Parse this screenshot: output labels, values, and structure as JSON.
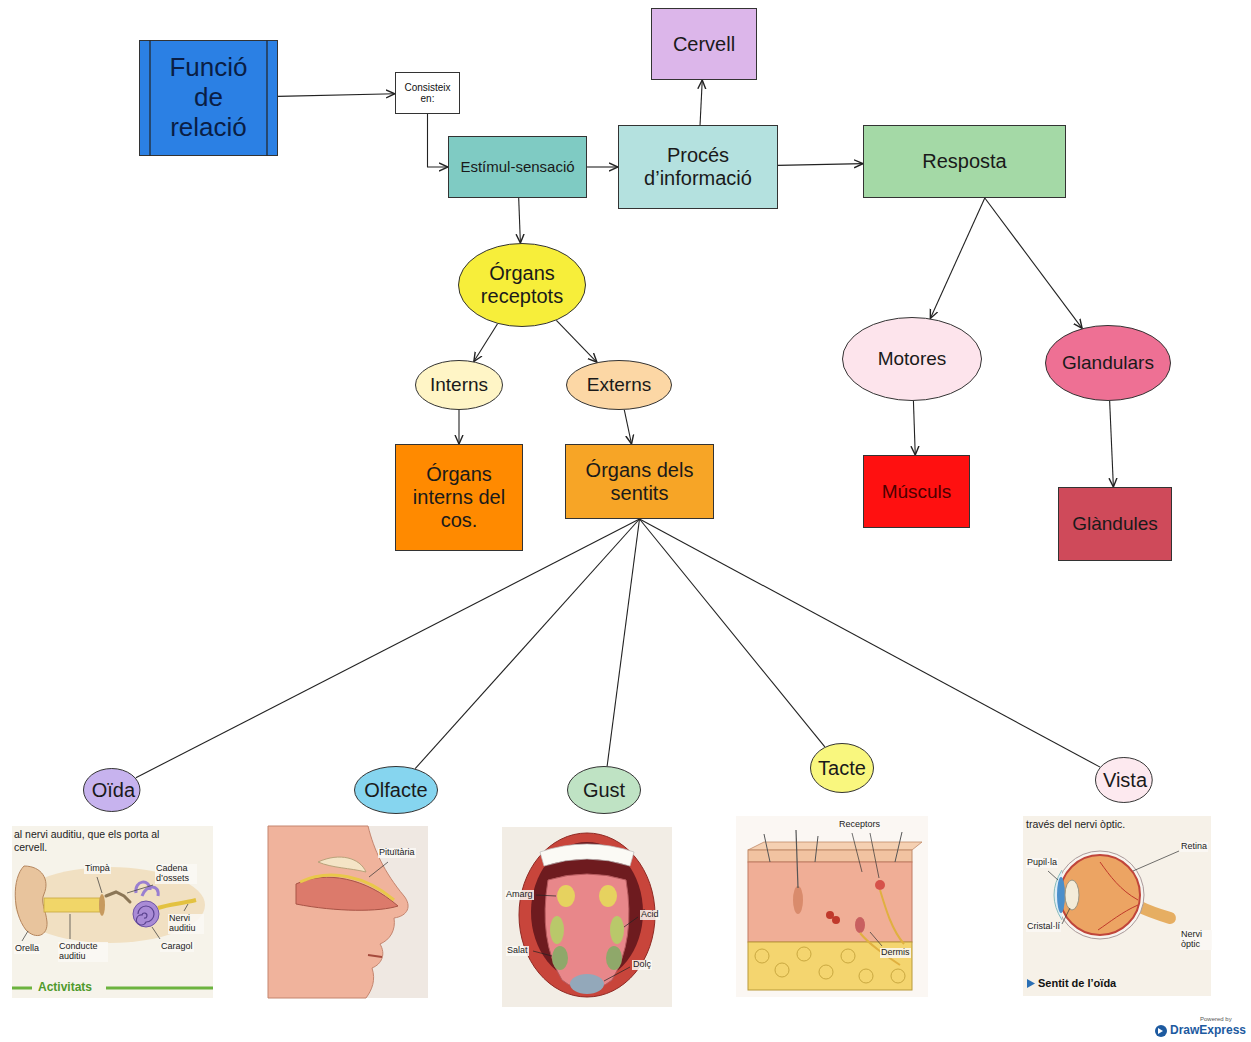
{
  "diagram": {
    "nodes": [
      {
        "text": [
          "Funció de relació"
        ]
      },
      {
        "text": [
          "Consisteix en:"
        ]
      },
      {
        "text": [
          "Cervell"
        ]
      },
      {
        "text": [
          "Estímul-sensació"
        ]
      },
      {
        "text": [
          "Procés d’informació"
        ]
      },
      {
        "text": [
          "Resposta"
        ]
      },
      {
        "text": [
          "Órgans receptots"
        ]
      },
      {
        "text": [
          "Interns"
        ]
      },
      {
        "text": [
          "Externs"
        ]
      },
      {
        "text": [
          "Motores"
        ]
      },
      {
        "text": [
          "Glandulars"
        ]
      },
      {
        "text": [
          "Órgans interns del cos."
        ]
      },
      {
        "text": [
          "Órgans dels sentits"
        ]
      },
      {
        "text": [
          "Músculs"
        ]
      },
      {
        "text": [
          "Glàndules"
        ]
      },
      {
        "text": [
          "Oïda"
        ]
      },
      {
        "text": [
          "Olfacte"
        ]
      },
      {
        "text": [
          "Gust"
        ]
      },
      {
        "text": [
          "Tacte"
        ]
      },
      {
        "text": [
          "Vista"
        ]
      }
    ],
    "edges": [
      {
        "from": 0,
        "to": 1,
        "arrow": "to"
      },
      {
        "from": 1,
        "to": 3,
        "arrow": "to"
      },
      {
        "from": 3,
        "to": 4,
        "arrow": "to"
      },
      {
        "from": 4,
        "to": 2,
        "arrow": "to"
      },
      {
        "from": 4,
        "to": 5,
        "arrow": "to"
      },
      {
        "from": 3,
        "to": 6,
        "arrow": "to"
      },
      {
        "from": 6,
        "to": 7,
        "arrow": "to"
      },
      {
        "from": 6,
        "to": 8,
        "arrow": "to"
      },
      {
        "from": 7,
        "to": 11,
        "arrow": "to"
      },
      {
        "from": 8,
        "to": 12,
        "arrow": "to"
      },
      {
        "from": 5,
        "to": 9,
        "arrow": "to"
      },
      {
        "from": 5,
        "to": 10,
        "arrow": "to"
      },
      {
        "from": 9,
        "to": 13,
        "arrow": "to"
      },
      {
        "from": 10,
        "to": 14,
        "arrow": "to"
      },
      {
        "from": 12,
        "to": 15,
        "arrow": "none"
      },
      {
        "from": 12,
        "to": 16,
        "arrow": "none"
      },
      {
        "from": 12,
        "to": 17,
        "arrow": "none"
      },
      {
        "from": 12,
        "to": 18,
        "arrow": "none"
      },
      {
        "from": 12,
        "to": 19,
        "arrow": "none"
      }
    ],
    "labels": [
      "al nervi auditiu, que els porta al",
      "cervell.",
      "Timpà",
      "Cadena d’ossets",
      "Nervi auditiu",
      "Orella",
      "Conducte auditiu",
      "Caragol",
      "Activitats",
      "Pituïtària",
      "Amarg",
      "Àcid",
      "Salat",
      "Dolç",
      "Receptors",
      "Dermis",
      "través del nervi òptic.",
      "Retina",
      "Pupil·la",
      "Cristal·lí",
      "Nervi òptic",
      "Sentit de l’oïda",
      "Powered by",
      "DrawExpress"
    ]
  }
}
